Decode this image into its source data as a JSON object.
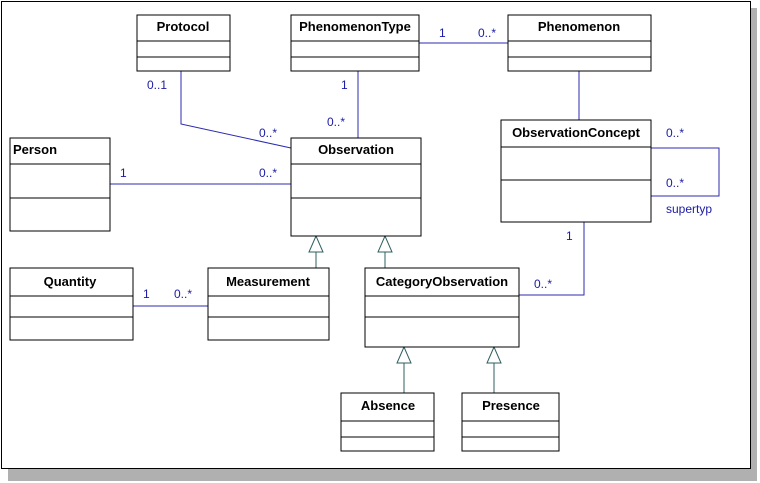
{
  "colors": {
    "association_line": "#2b2bb0",
    "generalization_line": "#2f5f5f",
    "multiplicity_text": "#1a1aa6",
    "class_border": "#000000",
    "class_fill": "#ffffff",
    "frame_shadow": "#b0b0b0"
  },
  "classes": [
    {
      "id": "protocol",
      "name": "Protocol"
    },
    {
      "id": "phenomenon-type",
      "name": "PhenomenonType"
    },
    {
      "id": "phenomenon",
      "name": "Phenomenon"
    },
    {
      "id": "person",
      "name": "Person"
    },
    {
      "id": "observation",
      "name": "Observation"
    },
    {
      "id": "observation-concept",
      "name": "ObservationConcept"
    },
    {
      "id": "quantity",
      "name": "Quantity"
    },
    {
      "id": "measurement",
      "name": "Measurement"
    },
    {
      "id": "category-observation",
      "name": "CategoryObservation"
    },
    {
      "id": "absence",
      "name": "Absence"
    },
    {
      "id": "presence",
      "name": "Presence"
    }
  ],
  "associations": [
    {
      "id": "phenomenontype-phenomenon",
      "ends": [
        "1",
        "0..*"
      ]
    },
    {
      "id": "protocol-observation",
      "ends": [
        "0..1",
        "0..*"
      ]
    },
    {
      "id": "phenomenontype-observation",
      "ends": [
        "1",
        "0..*"
      ]
    },
    {
      "id": "person-observation",
      "ends": [
        "1",
        "0..*"
      ]
    },
    {
      "id": "phenomenon-observationconcept",
      "ends": [
        "",
        ""
      ]
    },
    {
      "id": "observationconcept-self",
      "ends": [
        "0..*",
        "0..*"
      ],
      "role": "supertyp"
    },
    {
      "id": "quantity-measurement",
      "ends": [
        "1",
        "0..*"
      ]
    },
    {
      "id": "observationconcept-categoryobservation",
      "ends": [
        "1",
        "0..*"
      ]
    }
  ],
  "generalizations": [
    {
      "child": "measurement",
      "parent": "observation"
    },
    {
      "child": "category-observation",
      "parent": "observation"
    },
    {
      "child": "absence",
      "parent": "category-observation"
    },
    {
      "child": "presence",
      "parent": "category-observation"
    }
  ]
}
